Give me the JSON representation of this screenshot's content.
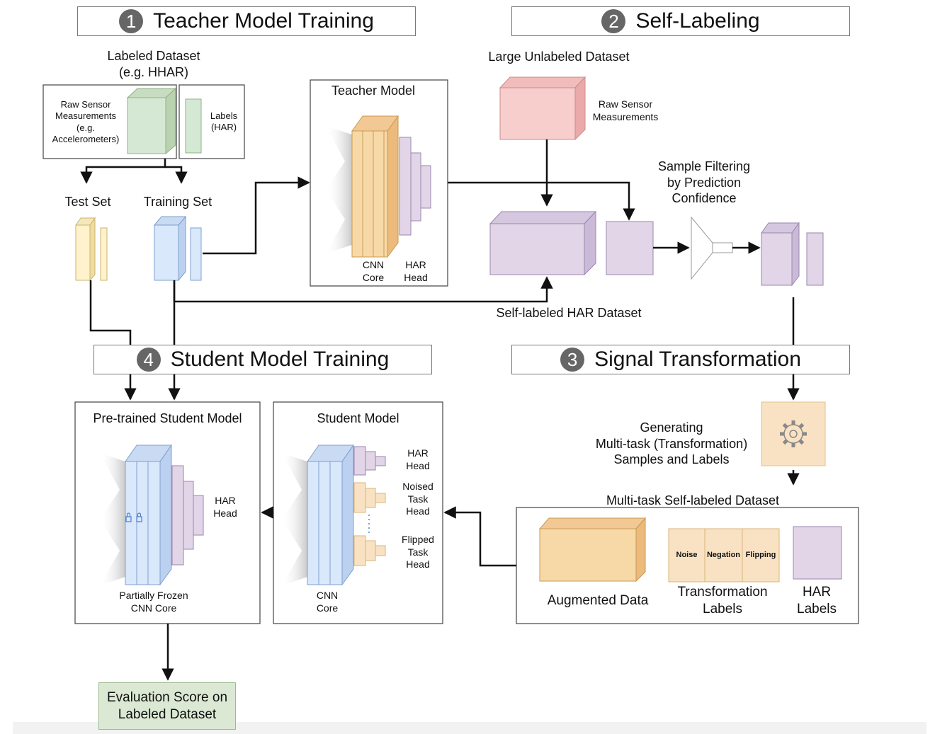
{
  "sections": [
    {
      "number": "1",
      "title": "Teacher Model Training"
    },
    {
      "number": "2",
      "title": "Self-Labeling"
    },
    {
      "number": "3",
      "title": "Signal Transformation"
    },
    {
      "number": "4",
      "title": "Student Model Training"
    }
  ],
  "labeled_dataset": {
    "title": "Labeled Dataset\n(e.g. HHAR)",
    "raw": "Raw Sensor\nMeasurements\n(e.g.\nAccelerometers)",
    "labels": "Labels\n(HAR)"
  },
  "splits": {
    "test": "Test Set",
    "train": "Training Set"
  },
  "teacher": {
    "title": "Teacher Model",
    "core": "CNN\nCore",
    "head": "HAR\nHead"
  },
  "unlabeled": {
    "title": "Large Unlabeled Dataset",
    "raw": "Raw Sensor\nMeasurements"
  },
  "filtering": "Sample Filtering\nby Prediction\nConfidence",
  "self_labeled": "Self-labeled HAR Dataset",
  "generating": "Generating\nMulti-task (Transformation)\nSamples and Labels",
  "multitask": {
    "title": "Multi-task Self-labeled Dataset",
    "augmented": "Augmented Data",
    "transformation_labels": "Transformation\nLabels",
    "har_labels": "HAR\nLabels",
    "noise": "Noise",
    "negation": "Negation",
    "flipping": "Flipping"
  },
  "student": {
    "title": "Student Model",
    "har_head": "HAR\nHead",
    "noised_head": "Noised\nTask\nHead",
    "flipped_head": "Flipped\nTask\nHead",
    "core": "CNN\nCore"
  },
  "pretrained": {
    "title": "Pre-trained Student Model",
    "head": "HAR\nHead",
    "core": "Partially Frozen\nCNN Core"
  },
  "evaluation": "Evaluation Score on\nLabeled Dataset",
  "colors": {
    "green": "#d5e8d4",
    "orange": "#f7d9a8",
    "blue": "#dae8fc",
    "purple": "#e1d5e7",
    "red": "#f8cecc",
    "yellow": "#fff2cc",
    "badge": "#666666"
  }
}
